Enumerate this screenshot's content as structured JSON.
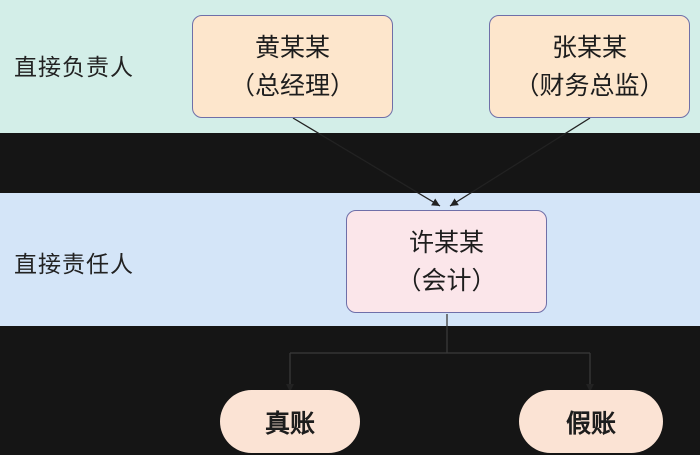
{
  "colors": {
    "background": "#151515",
    "band_top": "#d3eee8",
    "band_mid": "#d4e5f8",
    "node_border": "#6f6fa8",
    "node_peach": "#fde6cc",
    "node_pink": "#fbe6ea",
    "result_fill": "#fbe3d4"
  },
  "rows": {
    "top_label": "直接负责人",
    "mid_label": "直接责任人"
  },
  "nodes": {
    "huang": {
      "name": "黄某某",
      "role": "（总经理）"
    },
    "zhang": {
      "name": "张某某",
      "role": "（财务总监）"
    },
    "xu": {
      "name": "许某某",
      "role": "（会计）"
    }
  },
  "results": {
    "real": "真账",
    "fake": "假账"
  }
}
